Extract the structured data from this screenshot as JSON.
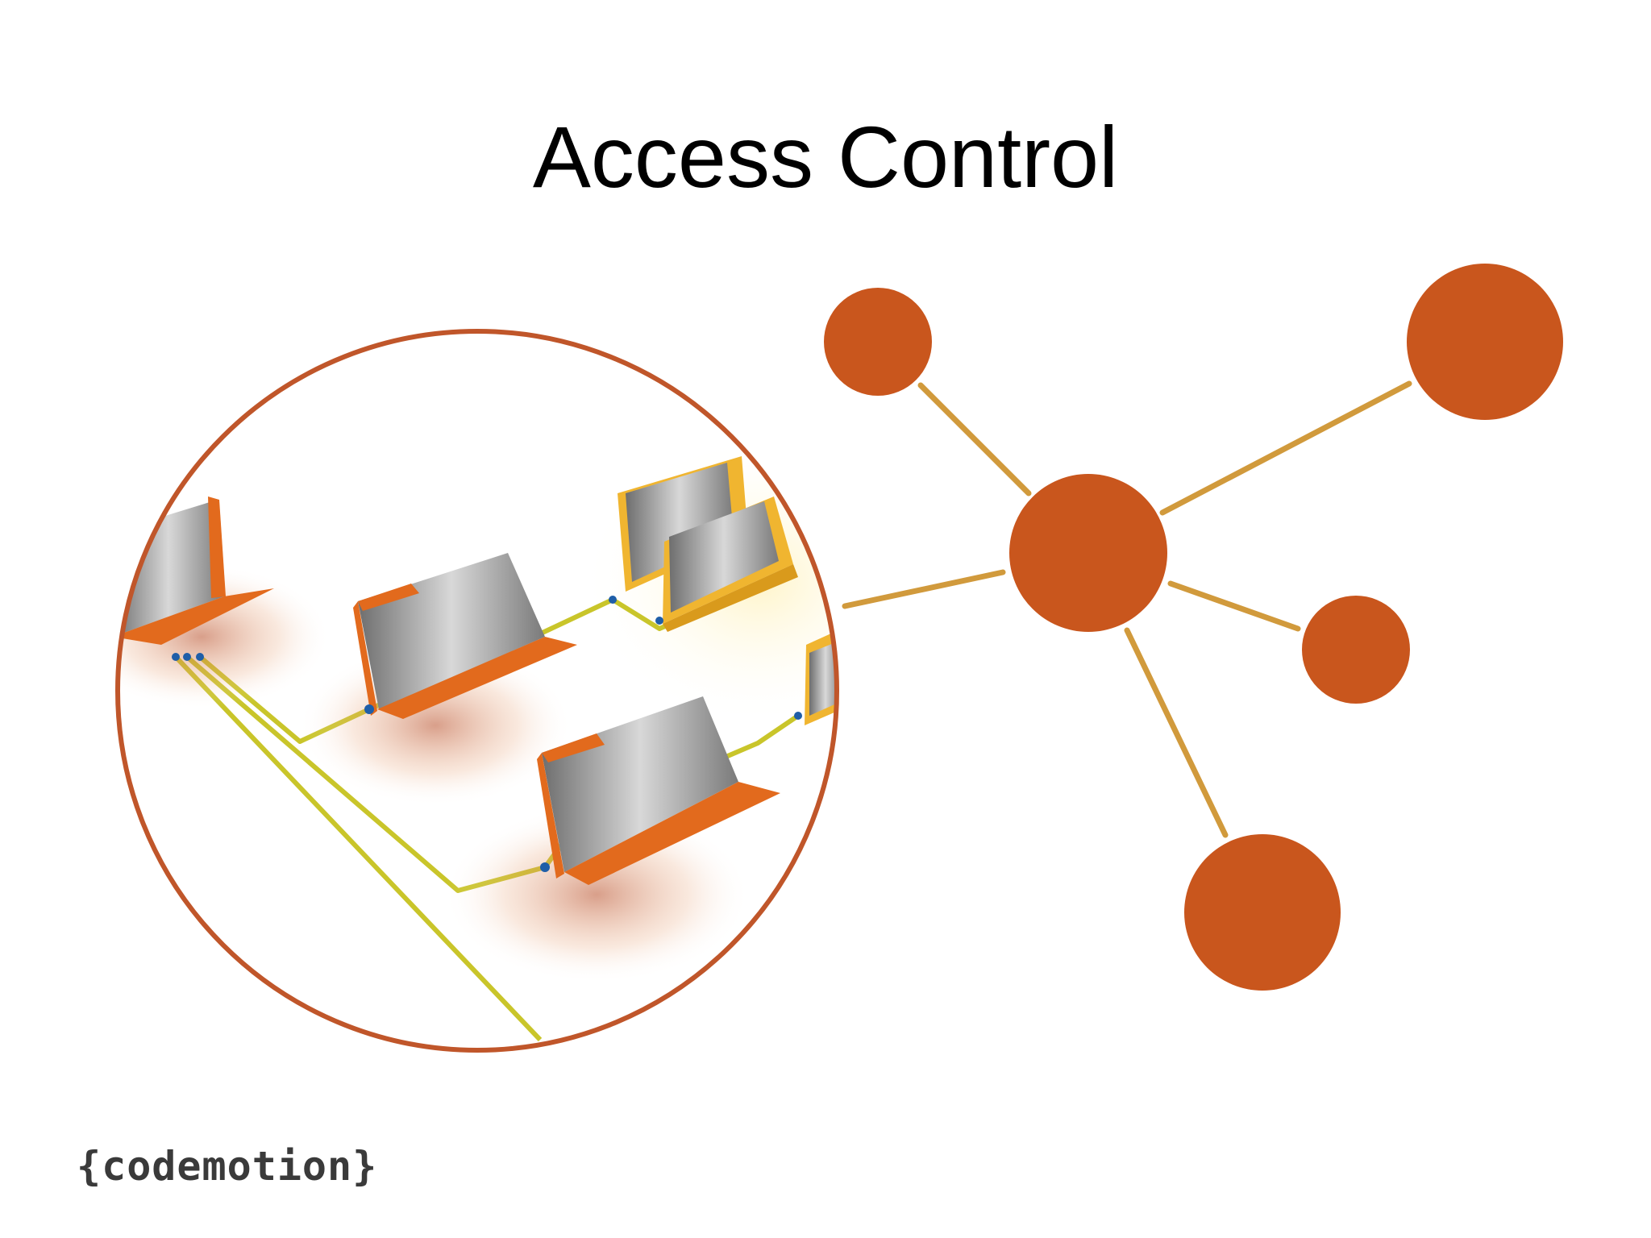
{
  "slide": {
    "title": "Access Control",
    "logo_text": "{codemotion}"
  },
  "diagram": {
    "nodes": [
      "hub",
      "top-left",
      "top-right",
      "right",
      "bottom",
      "file-tree-image"
    ],
    "edges": [
      [
        "hub",
        "top-left"
      ],
      [
        "hub",
        "top-right"
      ],
      [
        "hub",
        "right"
      ],
      [
        "hub",
        "bottom"
      ],
      [
        "hub",
        "file-tree-image"
      ]
    ]
  },
  "colors": {
    "node_fill": "#c9561d",
    "edge_stroke": "#d19a3c",
    "image_ring": "#c0562a",
    "folder_orange": "#e26a1d",
    "folder_yellow": "#f0b530",
    "connector_line": "#c9c52a",
    "connector_dot": "#1f5ea8"
  }
}
